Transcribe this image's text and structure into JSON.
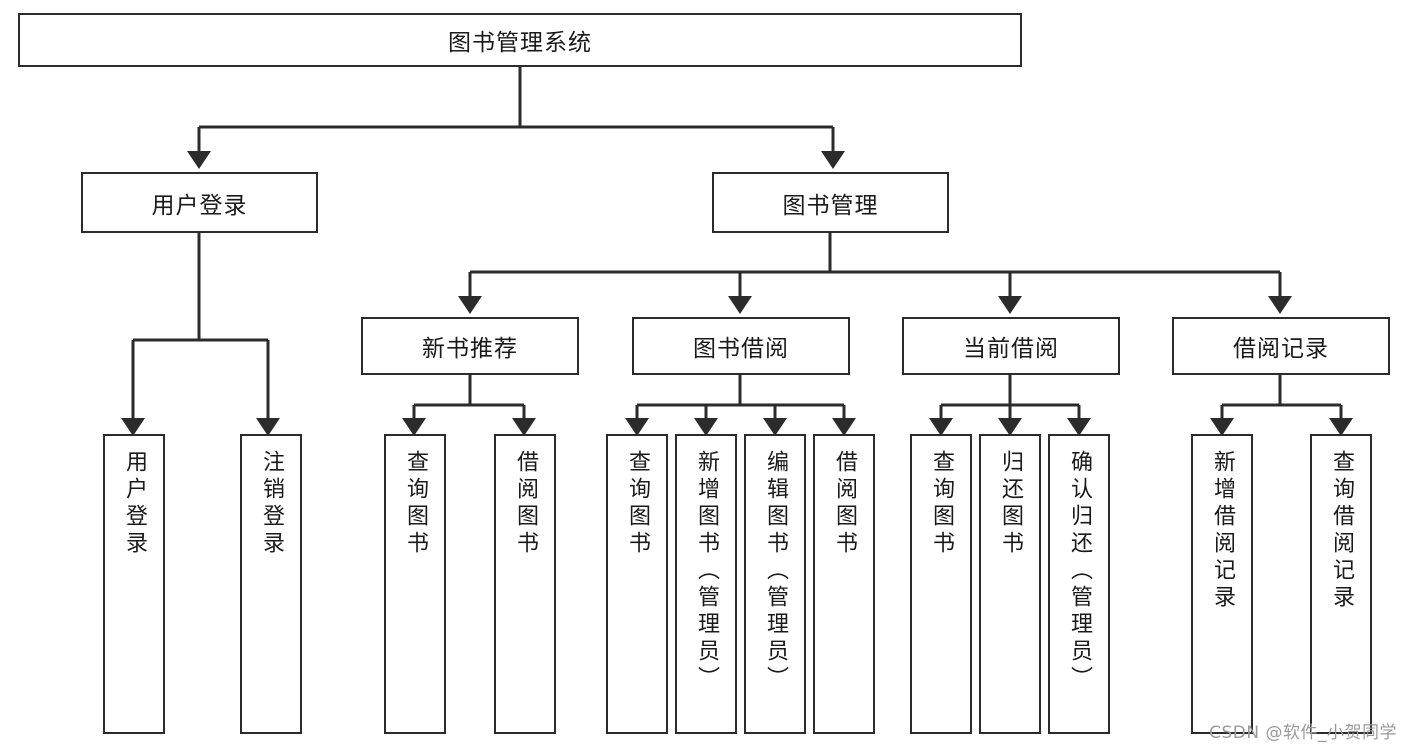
{
  "diagram": {
    "title": "图书管理系统",
    "type": "hierarchy-tree",
    "colors": {
      "stroke": "#2b2b2b",
      "fill": "#ffffff",
      "text": "#1a1a1a",
      "watermark": "#9a9a9a"
    },
    "root": {
      "label": "图书管理系统",
      "orientation": "horizontal"
    },
    "level2": [
      {
        "label": "用户登录",
        "orientation": "horizontal"
      },
      {
        "label": "图书管理",
        "orientation": "horizontal"
      }
    ],
    "level3": [
      {
        "label": "新书推荐",
        "orientation": "horizontal"
      },
      {
        "label": "图书借阅",
        "orientation": "horizontal"
      },
      {
        "label": "当前借阅",
        "orientation": "horizontal"
      },
      {
        "label": "借阅记录",
        "orientation": "horizontal"
      }
    ],
    "leaves": [
      {
        "label": "用户登录",
        "parent": "用户登录"
      },
      {
        "label": "注销登录",
        "parent": "用户登录"
      },
      {
        "label": "查询图书",
        "parent": "新书推荐"
      },
      {
        "label": "借阅图书",
        "parent": "新书推荐"
      },
      {
        "label": "查询图书",
        "parent": "图书借阅"
      },
      {
        "label": "新增图书（管理员）",
        "parent": "图书借阅"
      },
      {
        "label": "编辑图书（管理员）",
        "parent": "图书借阅"
      },
      {
        "label": "借阅图书",
        "parent": "图书借阅"
      },
      {
        "label": "查询图书",
        "parent": "当前借阅"
      },
      {
        "label": "归还图书",
        "parent": "当前借阅"
      },
      {
        "label": "确认归还（管理员）",
        "parent": "当前借阅"
      },
      {
        "label": "新增借阅记录",
        "parent": "借阅记录"
      },
      {
        "label": "查询借阅记录",
        "parent": "借阅记录"
      }
    ],
    "watermark": "CSDN @软件_小贺同学"
  }
}
